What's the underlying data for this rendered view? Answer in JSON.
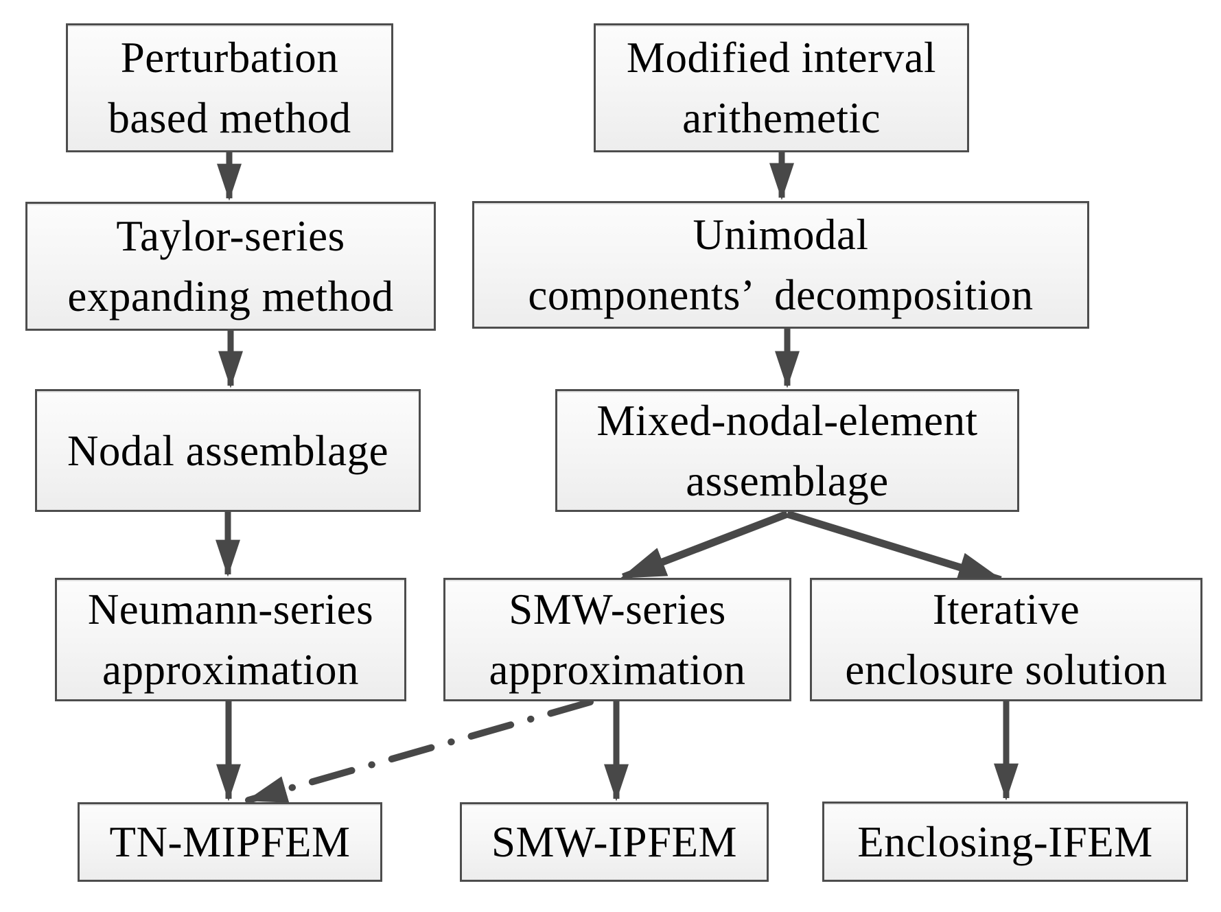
{
  "diagram": {
    "type": "flowchart",
    "colors": {
      "box_border": "#4d4d4d",
      "box_fill_top": "#fcfcfc",
      "box_fill_bottom": "#ededed",
      "arrow": "#484848",
      "text": "#000000",
      "background": "#ffffff"
    },
    "nodes": {
      "perturbation": {
        "label": "Perturbation\nbased method"
      },
      "modified": {
        "label": "Modified interval\narithemetic"
      },
      "taylor": {
        "label": "Taylor-series\nexpanding method"
      },
      "unimodal": {
        "label": "Unimodal\ncomponents’  decomposition"
      },
      "nodal": {
        "label": "Nodal assemblage"
      },
      "mixed": {
        "label": "Mixed-nodal-element\nassemblage"
      },
      "neumann": {
        "label": "Neumann-series\napproximation"
      },
      "smw_series": {
        "label": "SMW-series\napproximation"
      },
      "iterative": {
        "label": "Iterative\nenclosure solution"
      },
      "tn_mipfem": {
        "label": "TN-MIPFEM"
      },
      "smw_ipfem": {
        "label": "SMW-IPFEM"
      },
      "enclosing_ifem": {
        "label": "Enclosing-IFEM"
      }
    },
    "edges": [
      {
        "from": "Perturbation based method",
        "to": "Taylor-series expanding method",
        "style": "solid-arrow"
      },
      {
        "from": "Modified interval arithemetic",
        "to": "Unimodal components’ decomposition",
        "style": "solid-arrow"
      },
      {
        "from": "Taylor-series expanding method",
        "to": "Nodal assemblage",
        "style": "solid-arrow"
      },
      {
        "from": "Unimodal components’ decomposition",
        "to": "Mixed-nodal-element assemblage",
        "style": "solid-arrow"
      },
      {
        "from": "Nodal assemblage",
        "to": "Neumann-series approximation",
        "style": "solid-arrow"
      },
      {
        "from": "Mixed-nodal-element assemblage",
        "to": "SMW-series approximation",
        "style": "solid-arrow"
      },
      {
        "from": "Mixed-nodal-element assemblage",
        "to": "Iterative enclosure solution",
        "style": "solid-arrow"
      },
      {
        "from": "Neumann-series approximation",
        "to": "TN-MIPFEM",
        "style": "solid-arrow"
      },
      {
        "from": "SMW-series approximation",
        "to": "SMW-IPFEM",
        "style": "solid-arrow"
      },
      {
        "from": "SMW-series approximation",
        "to": "TN-MIPFEM",
        "style": "dash-dot-arrow"
      },
      {
        "from": "Iterative enclosure solution",
        "to": "Enclosing-IFEM",
        "style": "solid-arrow"
      }
    ]
  }
}
